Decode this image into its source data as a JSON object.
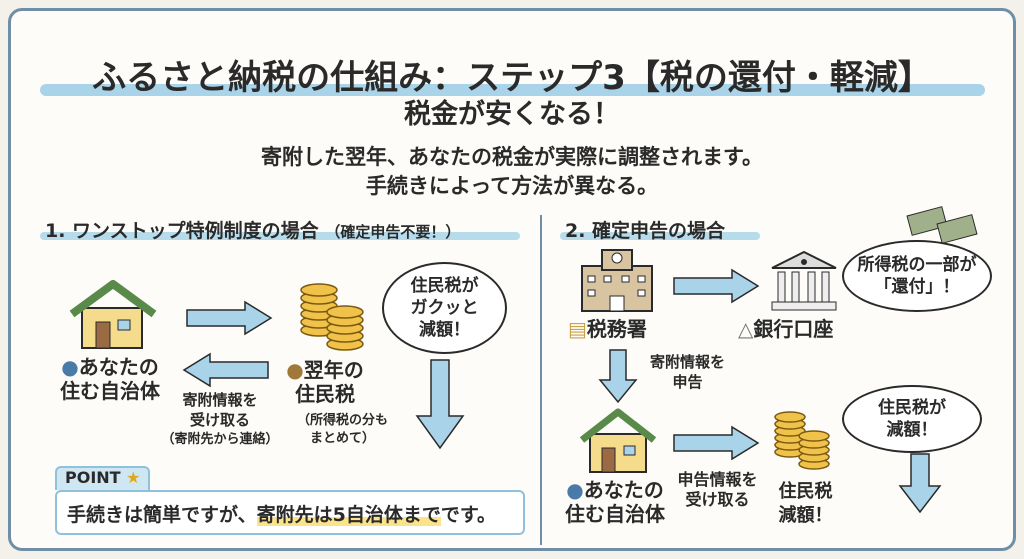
{
  "title": "ふるさと納税の仕組み：ステップ3【税の還付・軽減】",
  "subtitle": "税金が安くなる！",
  "description": [
    "寄附した翌年、あなたの税金が実際に調整されます。",
    "手続きによって方法が異なる。"
  ],
  "section1": {
    "heading": "1. ワンストップ特例制度の場合",
    "heading_note": "（確定申告不要！）",
    "municipality": [
      "あなたの",
      "住む自治体"
    ],
    "receive_info": [
      "寄附情報を",
      "受け取る",
      "（寄附先から連絡）"
    ],
    "next_year_tax": [
      "翌年の",
      "住民税"
    ],
    "tax_note": [
      "（所得税の分も",
      "まとめて）"
    ],
    "bubble": [
      "住民税が",
      "ガクッと",
      "減額！"
    ],
    "point_label": "POINT",
    "point_text_plain": "手続きは簡単ですが、",
    "point_text_mark": "寄附先は5自治体まで",
    "point_text_end": "です。"
  },
  "section2": {
    "heading": "2. 確定申告の場合",
    "tax_office": "税務署",
    "bank_account": "銀行口座",
    "bubble_refund": [
      "所得税の一部が",
      "「還付」！"
    ],
    "report_info": [
      "寄附情報を",
      "申告"
    ],
    "municipality": [
      "あなたの",
      "住む自治体"
    ],
    "receive_report": [
      "申告情報を",
      "受け取る"
    ],
    "resident_tax": [
      "住民税",
      "減額！"
    ],
    "bubble_reduce": [
      "住民税が",
      "減額！"
    ]
  },
  "colors": {
    "arrow": "#a9d3e8",
    "roof": "#5a8a4a",
    "house": "#f5dc8c",
    "coin": "#f0c24a",
    "frame": "#6f8fa8"
  }
}
